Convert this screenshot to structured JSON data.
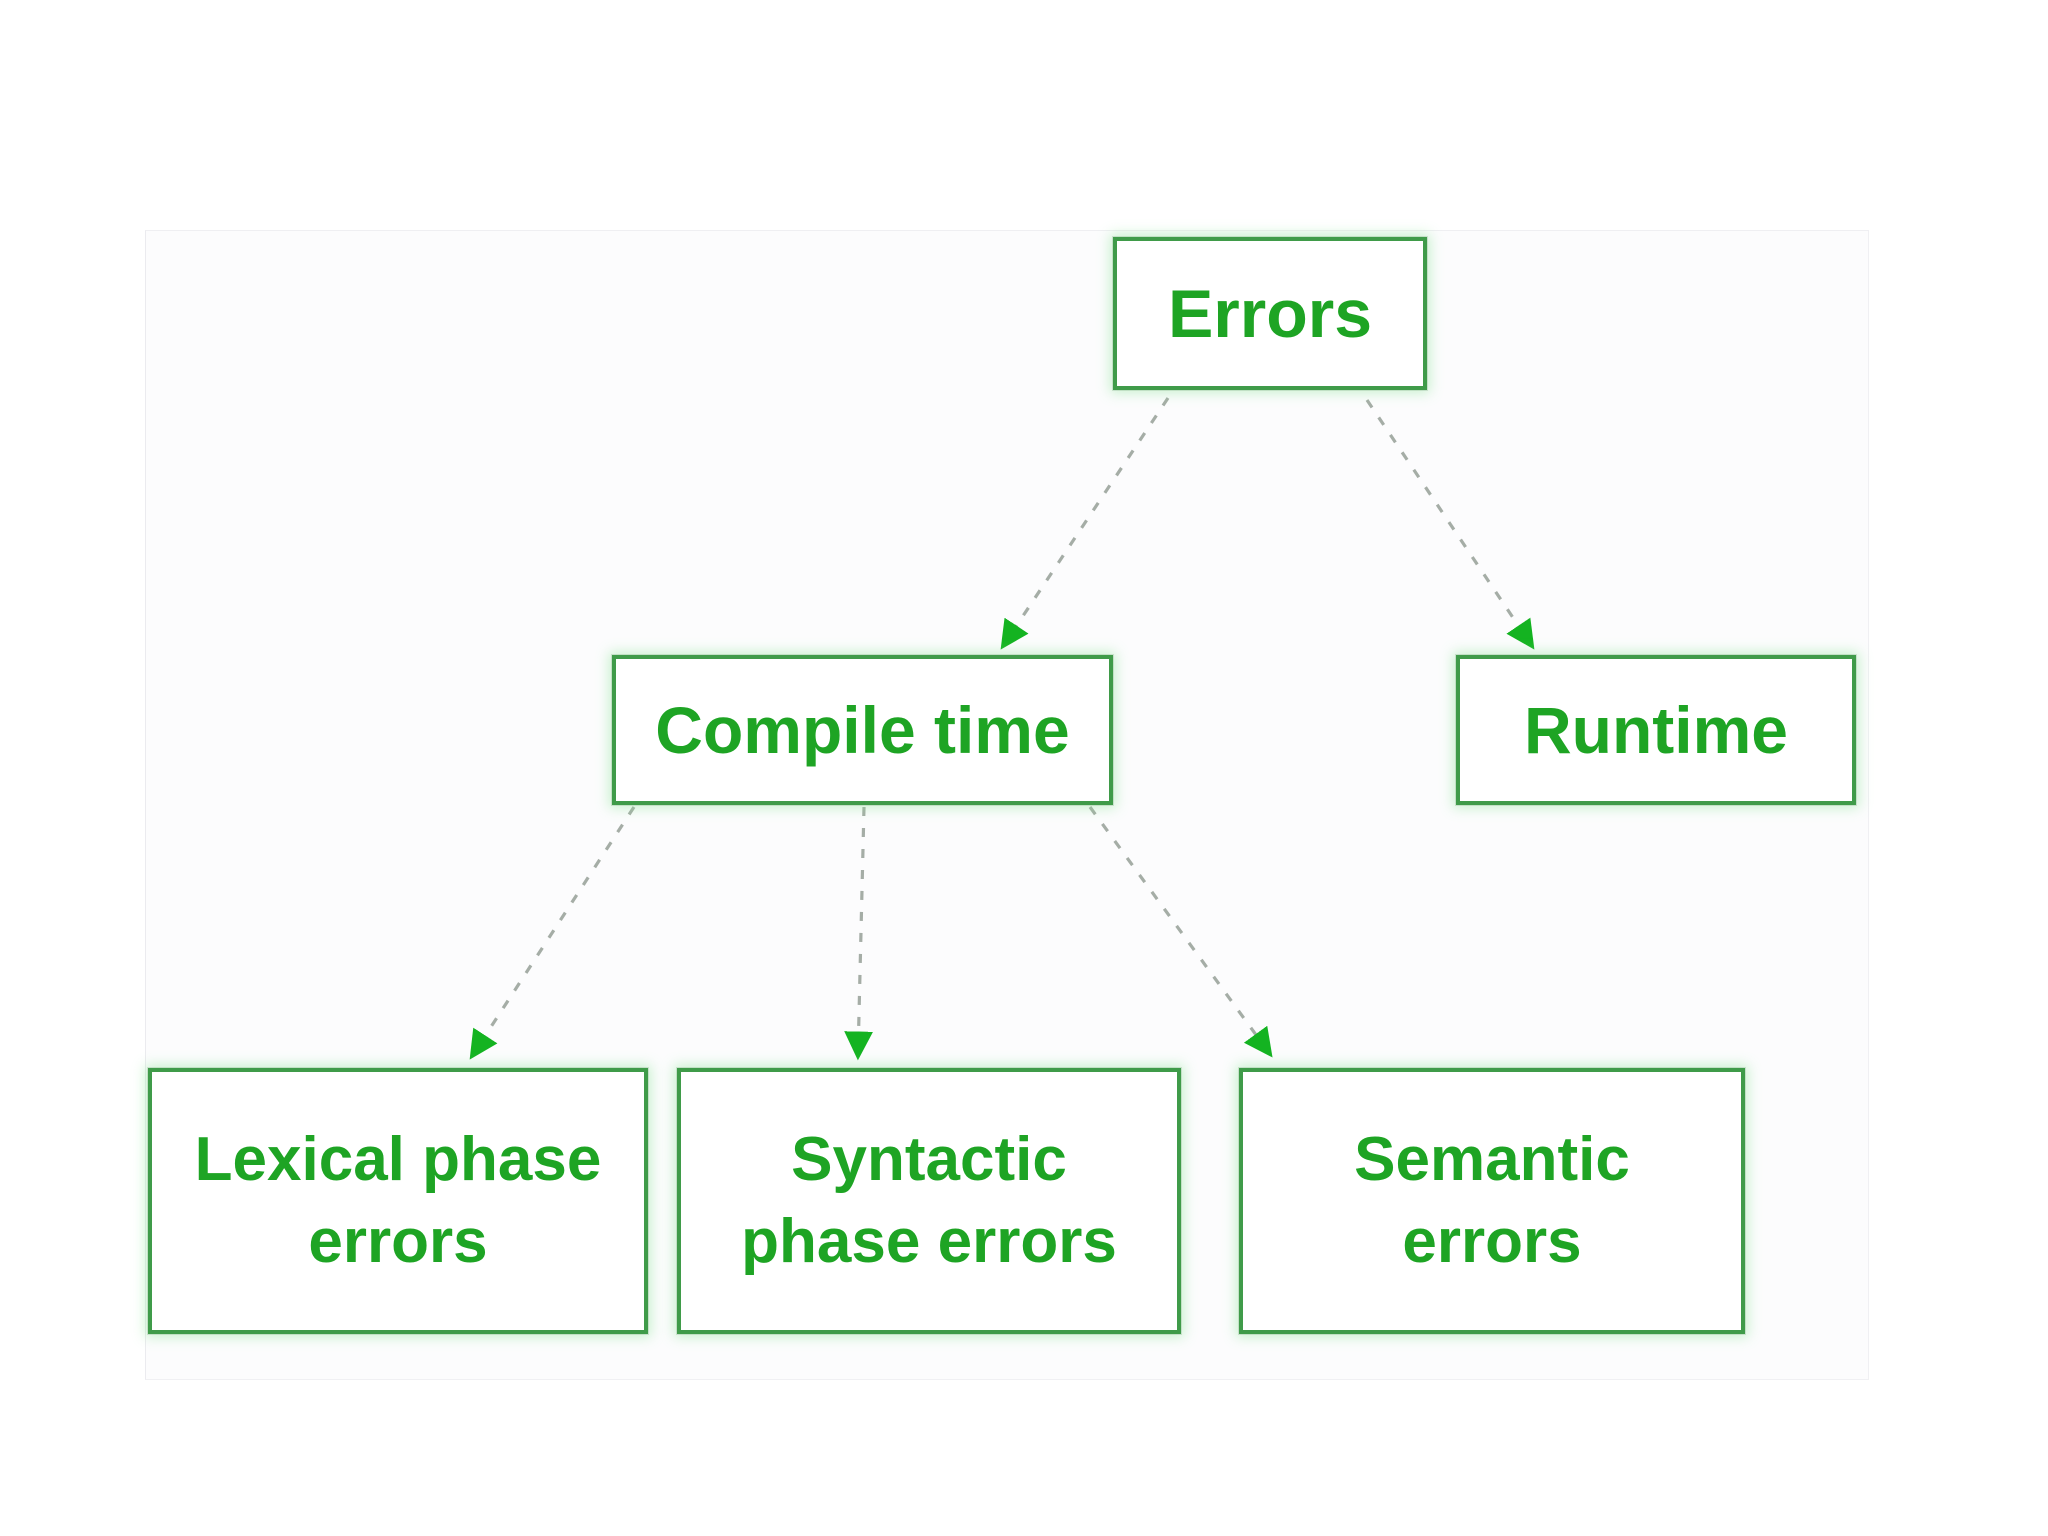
{
  "diagram": {
    "type": "tree",
    "nodes": {
      "errors": {
        "label": "Errors"
      },
      "compile": {
        "label": "Compile time"
      },
      "runtime": {
        "label": "Runtime"
      },
      "lexical": {
        "label": "Lexical phase\nerrors"
      },
      "syntactic": {
        "label": "Syntactic\nphase errors"
      },
      "semantic": {
        "label": "Semantic\nerrors"
      }
    },
    "edges": [
      {
        "from": "errors",
        "to": "compile"
      },
      {
        "from": "errors",
        "to": "runtime"
      },
      {
        "from": "compile",
        "to": "lexical"
      },
      {
        "from": "compile",
        "to": "syntactic"
      },
      {
        "from": "compile",
        "to": "semantic"
      }
    ],
    "colors": {
      "node_border": "#3f9b49",
      "node_text": "#1ea424",
      "node_background": "#ffffff",
      "edge_dash": "#a5ada6",
      "arrowhead": "#14b321",
      "panel_background": "#fcfcfd"
    }
  }
}
